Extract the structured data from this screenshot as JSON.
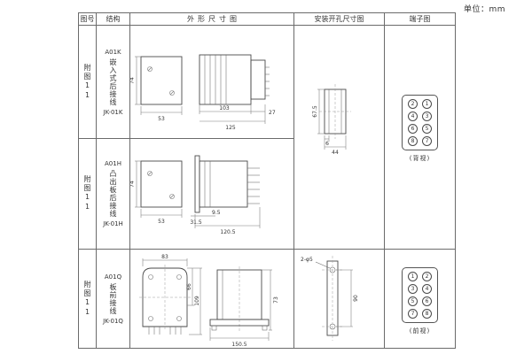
{
  "unit": "单位：mm",
  "headers": {
    "fig": "图号",
    "structure": "结构",
    "outline": "外形尺寸图",
    "install": "安装开孔尺寸图",
    "terminal": "端子图"
  },
  "r1": {
    "fig": "附图11",
    "model": "A01K",
    "desc": "嵌入式后接线",
    "code": "JK-01K",
    "d74": "74",
    "d53": "53",
    "d103": "103",
    "d125": "125",
    "d27": "27"
  },
  "r2": {
    "fig": "附图11",
    "model": "A01H",
    "desc": "凸出板后接线",
    "code": "JK-01H",
    "d74": "74",
    "d53": "53",
    "d315": "31.5",
    "d95": "9.5",
    "d1205": "120.5"
  },
  "r3": {
    "fig": "附图11",
    "model": "A01Q",
    "desc": "板前接线",
    "code": "JK-01Q",
    "d83": "83",
    "d66": "66",
    "d109": "109",
    "d1505": "150.5",
    "d73": "73"
  },
  "install_rear": {
    "d675": "67.5",
    "d6": "6",
    "d44": "44"
  },
  "install_front": {
    "label": "2-φ5",
    "d90": "90"
  },
  "term_back": {
    "n": [
      "2",
      "1",
      "4",
      "3",
      "6",
      "5",
      "8",
      "7"
    ],
    "view": "(背视)"
  },
  "term_front": {
    "n": [
      "1",
      "2",
      "3",
      "4",
      "5",
      "6",
      "7",
      "8"
    ],
    "view": "(前视)"
  }
}
